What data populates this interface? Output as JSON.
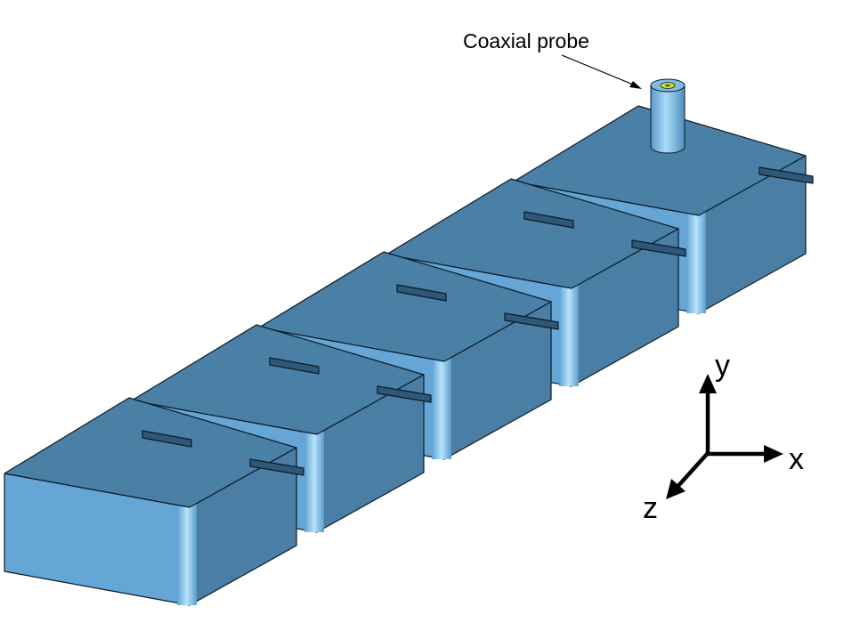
{
  "annotation": {
    "probe_label": "Coaxial probe"
  },
  "axes": {
    "x_label": "x",
    "y_label": "y",
    "z_label": "z"
  },
  "colors": {
    "top_face": "#4a7fa6",
    "front_face": "#66a6d6",
    "side_face": "#4b7ea5",
    "edge": "#0d1b26",
    "probe_light": "#8cc8ef",
    "probe_dark": "#5aa0d0",
    "probe_inner": "#d8e21a",
    "axis": "#000000"
  },
  "structure": {
    "cavity_count": 5
  }
}
